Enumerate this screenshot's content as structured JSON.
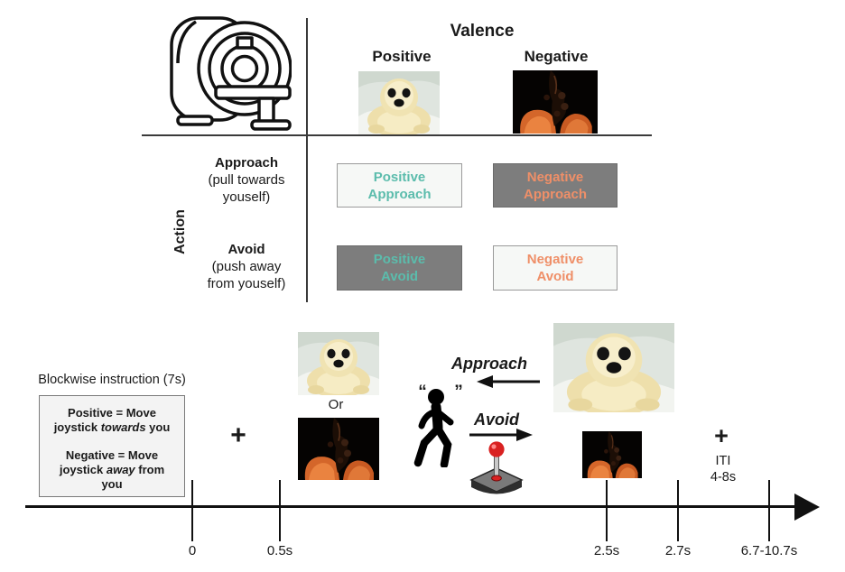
{
  "colors": {
    "teal": "#5bbcac",
    "orange": "#ef8f68",
    "cell_gray": "#7d7d7d",
    "cell_light_bg": "#f6f8f6",
    "joystick_red": "#d92121"
  },
  "matrix": {
    "valence_header": "Valence",
    "col_positive": "Positive",
    "col_negative": "Negative",
    "action_label": "Action",
    "approach_row_title": "Approach",
    "approach_row_sub1": "(pull towards",
    "approach_row_sub2": "youself)",
    "avoid_row_title": "Avoid",
    "avoid_row_sub1": "(push away",
    "avoid_row_sub2": "from youself)",
    "cell_positive_approach_l1": "Positive",
    "cell_positive_approach_l2": "Approach",
    "cell_negative_approach_l1": "Negative",
    "cell_negative_approach_l2": "Approach",
    "cell_positive_avoid_l1": "Positive",
    "cell_positive_avoid_l2": "Avoid",
    "cell_negative_avoid_l1": "Negative",
    "cell_negative_avoid_l2": "Avoid"
  },
  "trial": {
    "instruction_title": "Blockwise instruction (7s)",
    "instr_pos_l1": "Positive = Move",
    "instr_pos_l2_pre": "joystick ",
    "instr_pos_l2_it": "towards",
    "instr_pos_l2_post": " you",
    "instr_neg_l1": "Negative = Move",
    "instr_neg_l2_pre": "joystick ",
    "instr_neg_l2_it": "away",
    "instr_neg_l2_post": " from",
    "instr_neg_l3": "you",
    "fixation_cross": "+",
    "or_label": "Or",
    "quote_open": "“",
    "quote_close": "”",
    "approach_label": "Approach",
    "avoid_label": "Avoid",
    "iti_cross": "+",
    "iti_label": "ITI",
    "iti_duration": "4-8s"
  },
  "timeline": {
    "ticks": [
      {
        "label": "0"
      },
      {
        "label": "0.5s"
      },
      {
        "label": "2.5s"
      },
      {
        "label": "2.7s"
      },
      {
        "label": "6.7-10.7s"
      }
    ]
  }
}
